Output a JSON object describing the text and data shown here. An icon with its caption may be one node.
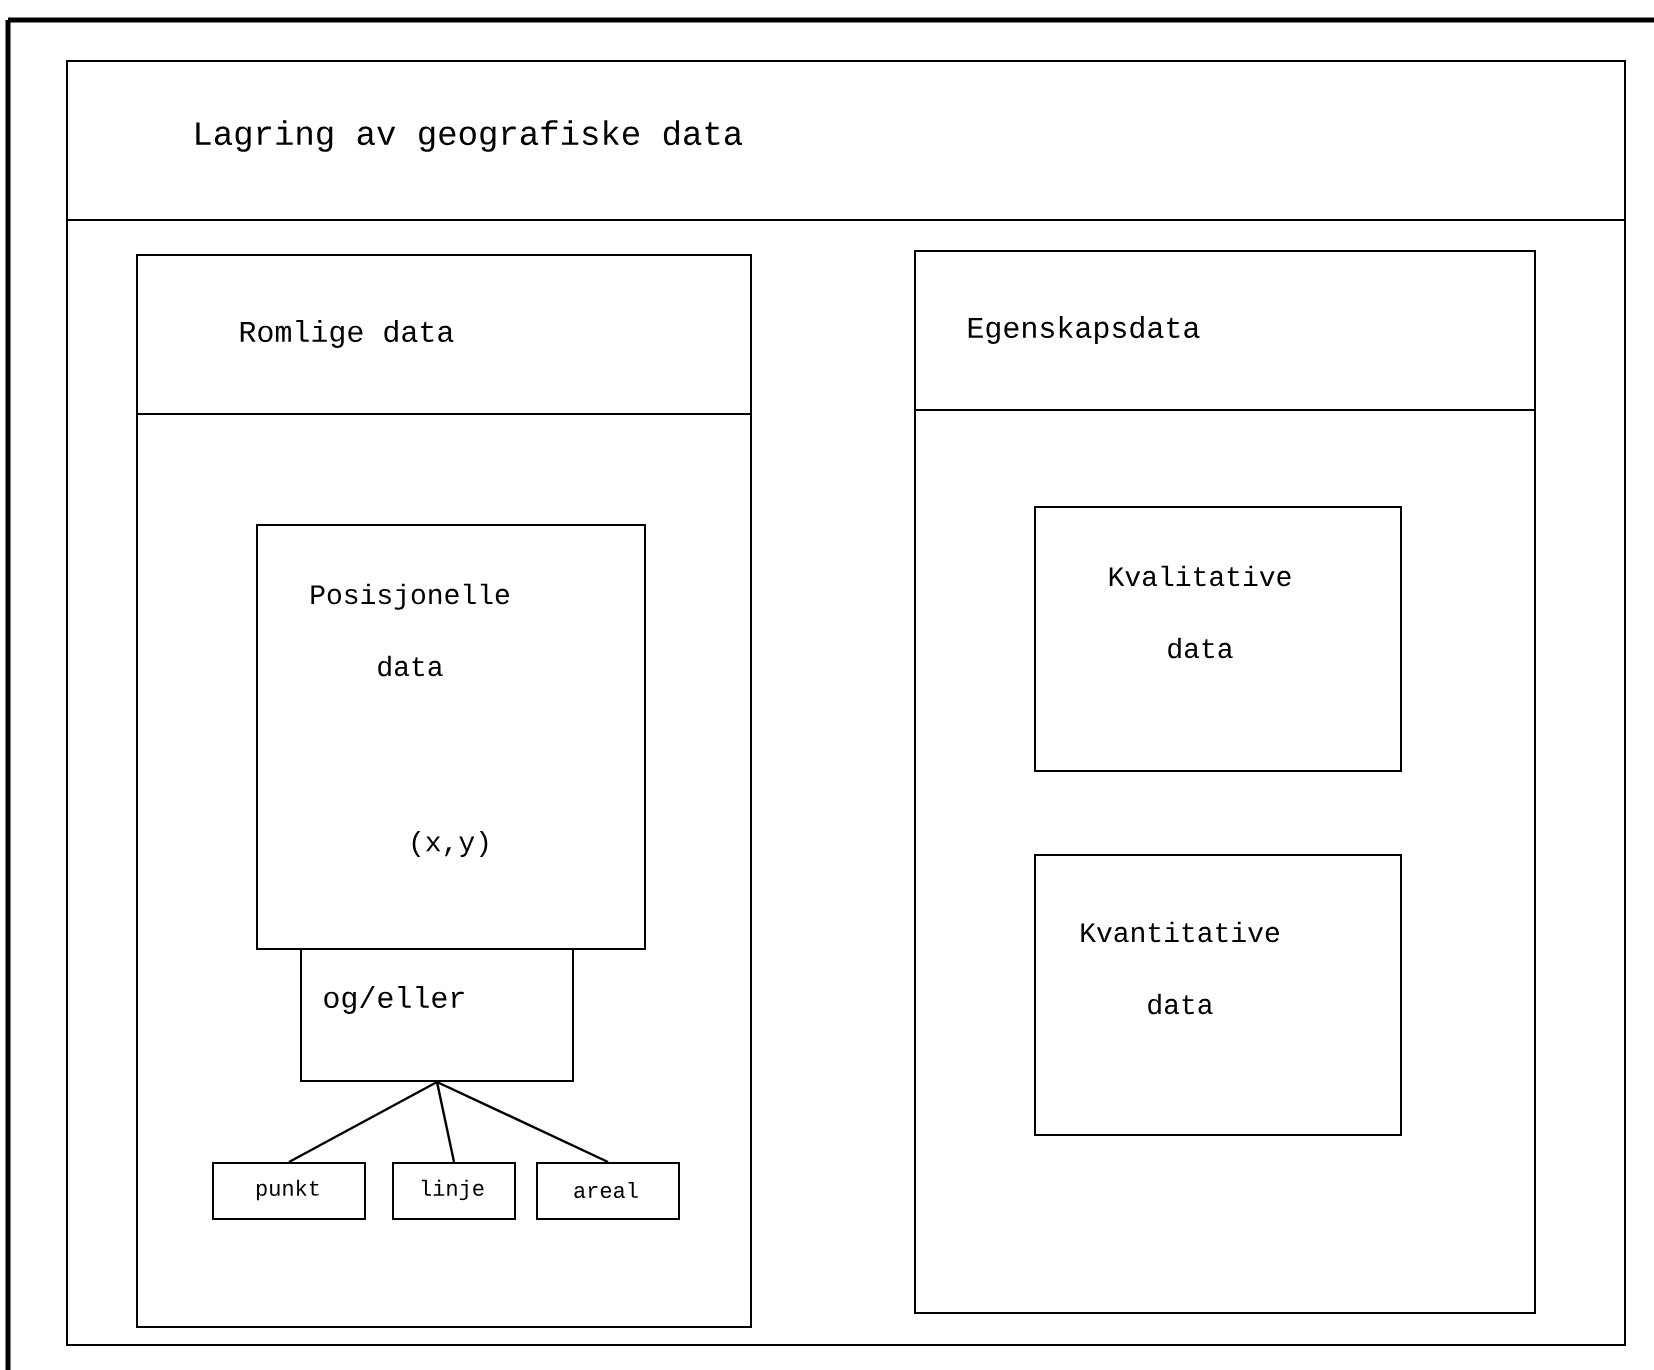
{
  "diagram": {
    "nodes": [
      {
        "text": [
          "Lagring av geografiske data"
        ]
      },
      {
        "text": [
          "Romlige data"
        ],
        "in": 0
      },
      {
        "text": [
          "Egenskapsdata"
        ],
        "in": 0
      },
      {
        "text": [
          "Posisjonelle data",
          "(x,y)"
        ],
        "in": 1
      },
      {
        "text": [
          "og/eller"
        ],
        "in": 1
      },
      {
        "text": [
          "punkt"
        ],
        "in": 1
      },
      {
        "text": [
          "linje"
        ],
        "in": 1
      },
      {
        "text": [
          "areal"
        ],
        "in": 1
      },
      {
        "text": [
          "Kvalitative data"
        ],
        "in": 2
      },
      {
        "text": [
          "Kvantitative data"
        ],
        "in": 2
      }
    ],
    "edges": [
      {
        "from": 4,
        "to": 5,
        "arrow": "none"
      },
      {
        "from": 4,
        "to": 6,
        "arrow": "none"
      },
      {
        "from": 4,
        "to": 7,
        "arrow": "none"
      }
    ]
  }
}
